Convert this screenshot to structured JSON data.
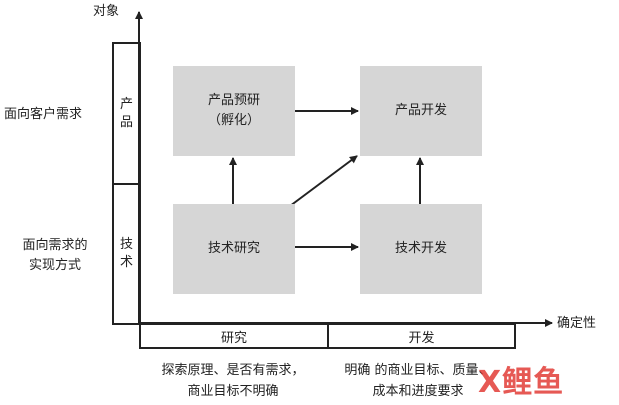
{
  "axes": {
    "y_label": "对象",
    "x_label": "确定性"
  },
  "rows": [
    {
      "label": "面向客户需求",
      "column_label": "产品"
    },
    {
      "label_lines": [
        "面向需求的",
        "实现方式"
      ],
      "column_label": "技术"
    }
  ],
  "boxes": {
    "product_preresearch": {
      "line1": "产品预研",
      "line2": "（孵化）"
    },
    "product_development": "产品开发",
    "technology_research": "技术研究",
    "technology_development": "技术开发"
  },
  "columns": [
    {
      "label": "研究",
      "desc_lines": [
        "探索原理、是否有需求，",
        "商业目标不明确"
      ]
    },
    {
      "label": "开发",
      "desc_lines": [
        "明确 的商业目标、质量、",
        "成本和进度要求"
      ]
    }
  ],
  "watermark": {
    "part1": "X",
    "part2": "鲤鱼"
  },
  "colors": {
    "box_fill": "#d6d6d6",
    "line": "#222222",
    "watermark_red": "#e0302a"
  }
}
